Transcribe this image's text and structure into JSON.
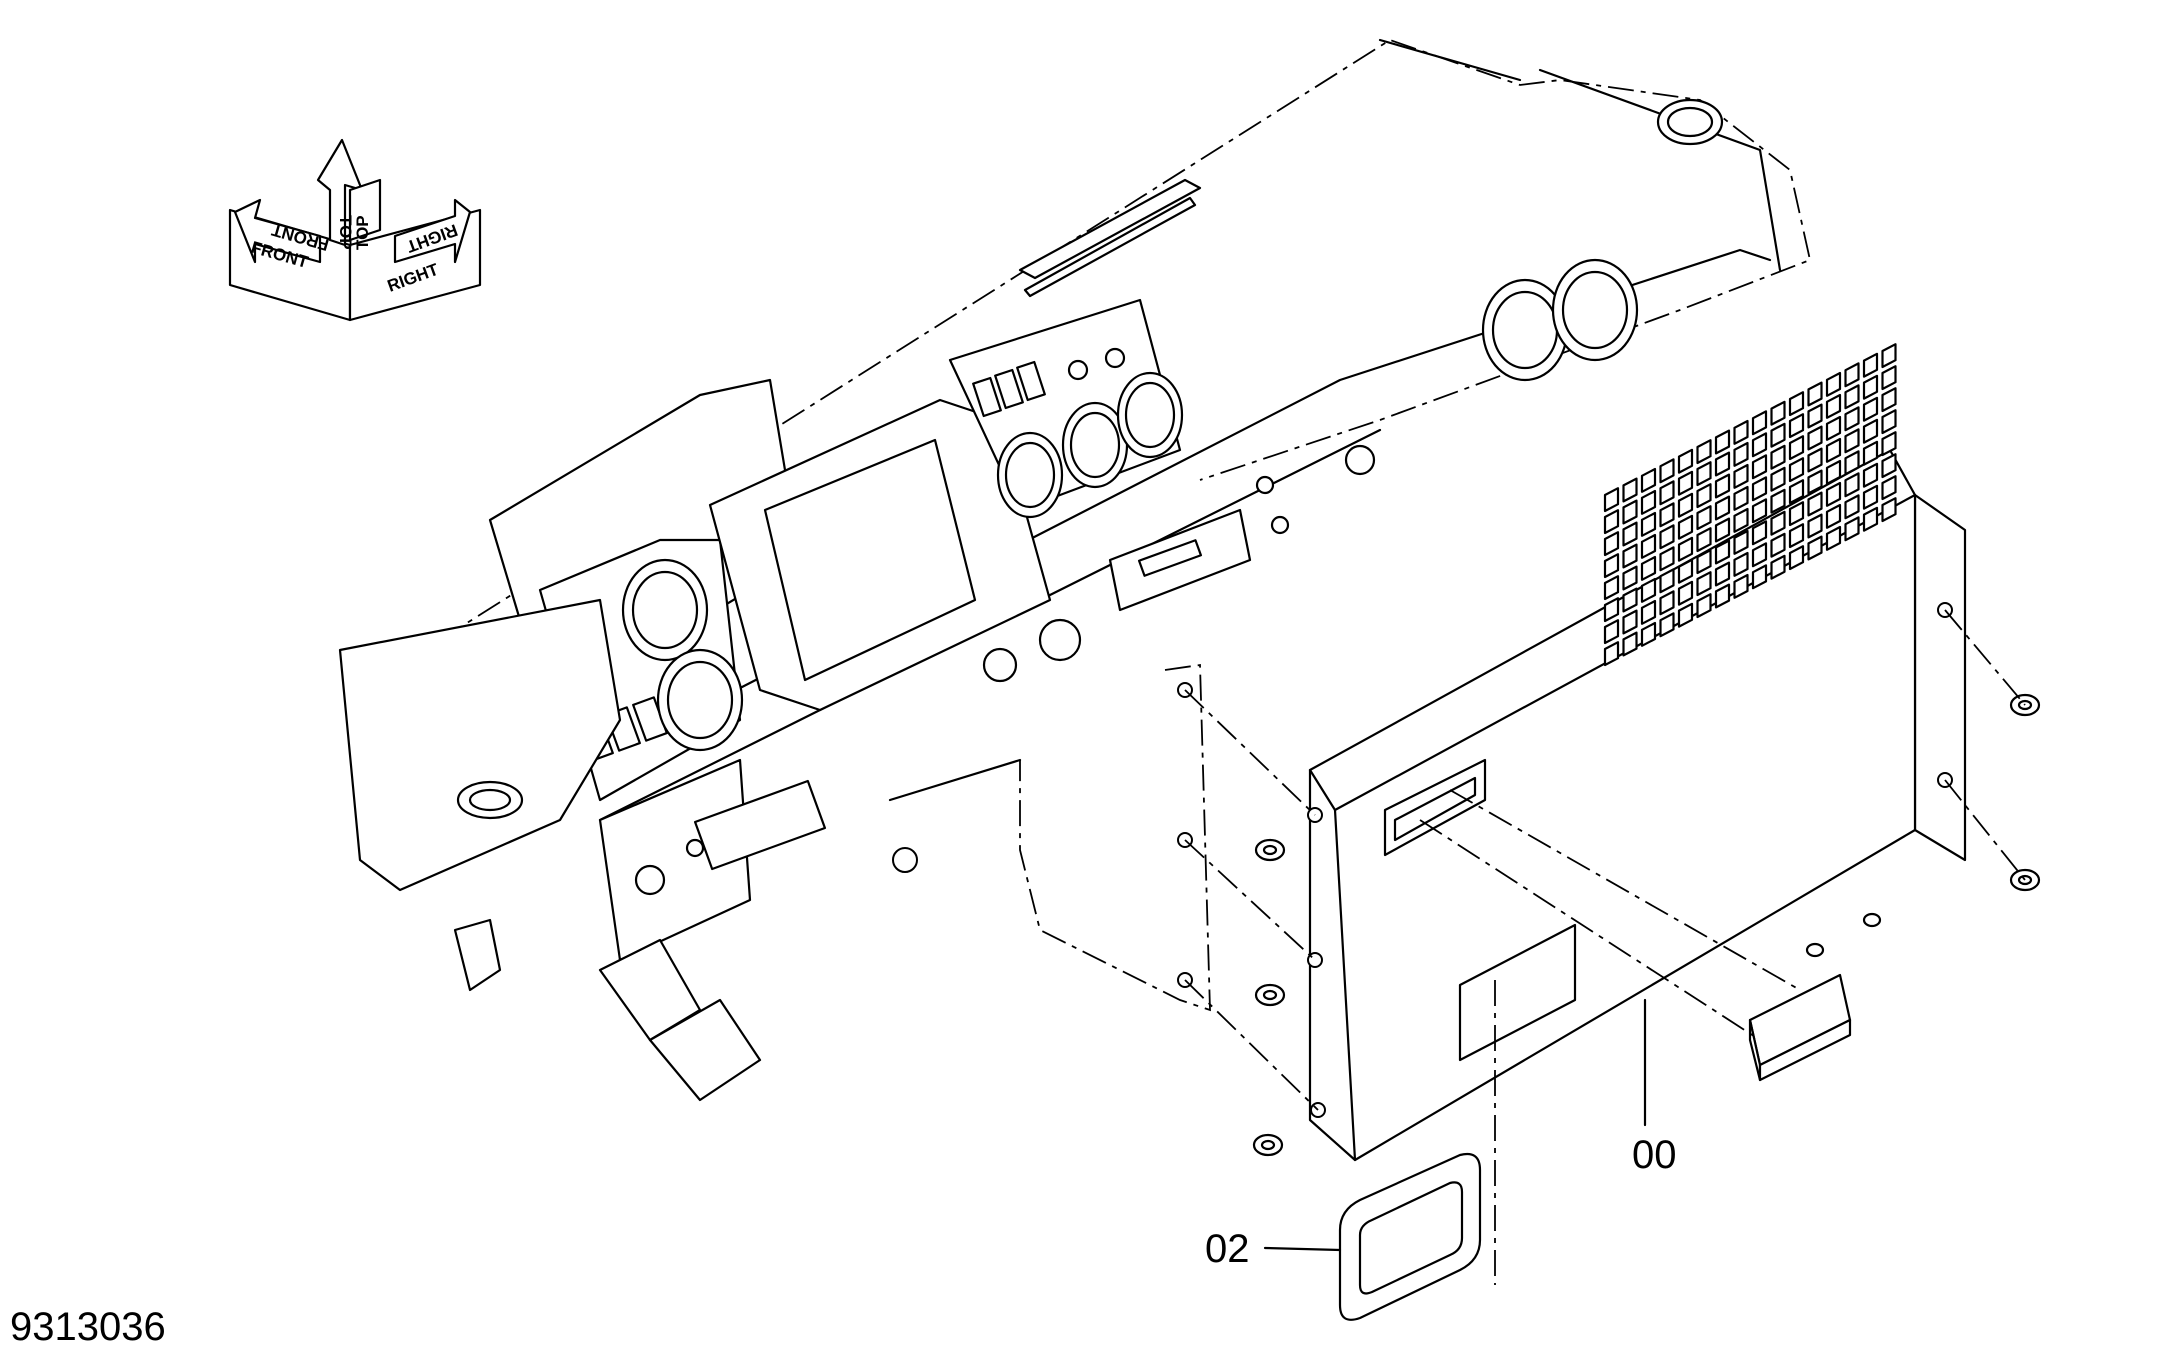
{
  "figure_id": "9313036",
  "callouts": [
    {
      "id": "callout-00",
      "text": "00"
    },
    {
      "id": "callout-02",
      "text": "02"
    }
  ],
  "orientation_symbol": {
    "front": "FRONT",
    "top": "TOP",
    "right": "RIGHT"
  }
}
